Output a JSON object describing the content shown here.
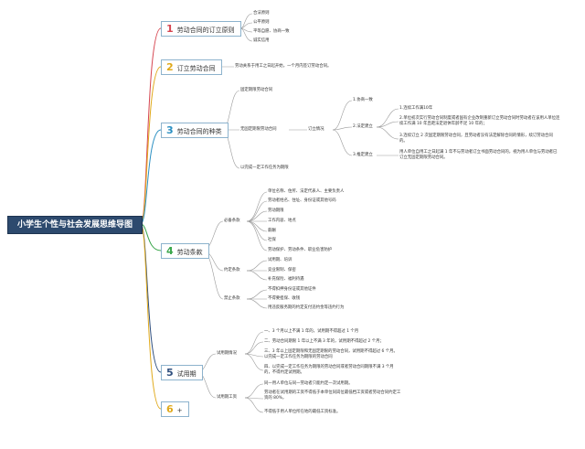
{
  "root": "小学生个性与社会发展思维导图",
  "sections": [
    {
      "num": "1",
      "label": "劳动合同的订立原则",
      "color": "#d64550",
      "items": [
        "合法原则",
        "公平原则",
        "平等自愿、协商一致",
        "诚实信用"
      ]
    },
    {
      "num": "2",
      "label": "订立劳动合同",
      "color": "#e0a91a",
      "text": "劳动关系于用工之日起开始，一个月内签订劳动合同。"
    },
    {
      "num": "3",
      "label": "劳动合同的种类",
      "color": "#2a8fc2",
      "fixed": "固定期限劳动合同",
      "open": "无固定期限劳动合同",
      "cases": "订立情况",
      "c1": "1.协商一致",
      "c2": "2.法定建立",
      "c2a": "1.连续工作满10年",
      "c2b": "2.单位初次实行劳动合同制度或者国有企业改制重新订立劳动合同时劳动者在该用人单位连续工作满 10 年且距法定退休年龄不足 10 年的；",
      "c2c": "3.连续订立 2 次固定期限劳动合同，且劳动者没有法定解除合同的情形，续订劳动合同的。",
      "c3": "3.推定建立",
      "c3a": "用人单位自用工之日起满 1 年不与劳动者订立书面劳动合同的，视为用人单位与劳动者已订立无固定期限劳动合同。",
      "task": "以完成一定工作任务为期限"
    },
    {
      "num": "4",
      "label": "劳动条款",
      "color": "#3aa64b",
      "req": "必备条款",
      "reqItems": [
        "单位名称、住所、法定代表人、主要负责人",
        "劳动者姓名、住址、身份证或其他号码",
        "劳动期限",
        "工作内容、地点",
        "薪酬",
        "社保",
        "劳动保护、劳动条件、职业危害防护"
      ],
      "agr": "约定条款",
      "agrItems": [
        "试用期、培训",
        "竞业限制、保密",
        "补充保险、福利待遇"
      ],
      "ban": "禁止条款",
      "banItems": [
        "不得扣押身份证或其他证件",
        "不得要担保、收钱",
        "用违反服务期的约定支付违约金等违约行为"
      ]
    },
    {
      "num": "5",
      "label": "试用期",
      "color": "#2f4f7e",
      "limit": "试用期情况",
      "limitItems": [
        "一、3 个月以上不满 1 年的，试用期不得超过 1 个月",
        "二、劳动合同期限 1 年以上不满 3 年的，试用期不得超过 2 个月；",
        "三、3 年以上固定期限和无固定期限的劳动合同，试用期不得超过 6 个月。以完成一定工作任务为期限的劳动合同",
        "四、以完成一定工作任务为期限的劳动合同或者劳动合同期限不满 3 个月的，不得约定试用期。"
      ],
      "wage": "试用期工资",
      "wageItems": [
        "同一用人单位与同一劳动者只能约定一次试用期。",
        "劳动者在试用期的工资不得低于本单位同岗位最低档工资或者劳动合同约定工资的 80%，",
        "不得低于用人单位所在地的最低工资标准。"
      ]
    },
    {
      "num": "6",
      "label": "+",
      "color": "#e0a91a"
    }
  ]
}
